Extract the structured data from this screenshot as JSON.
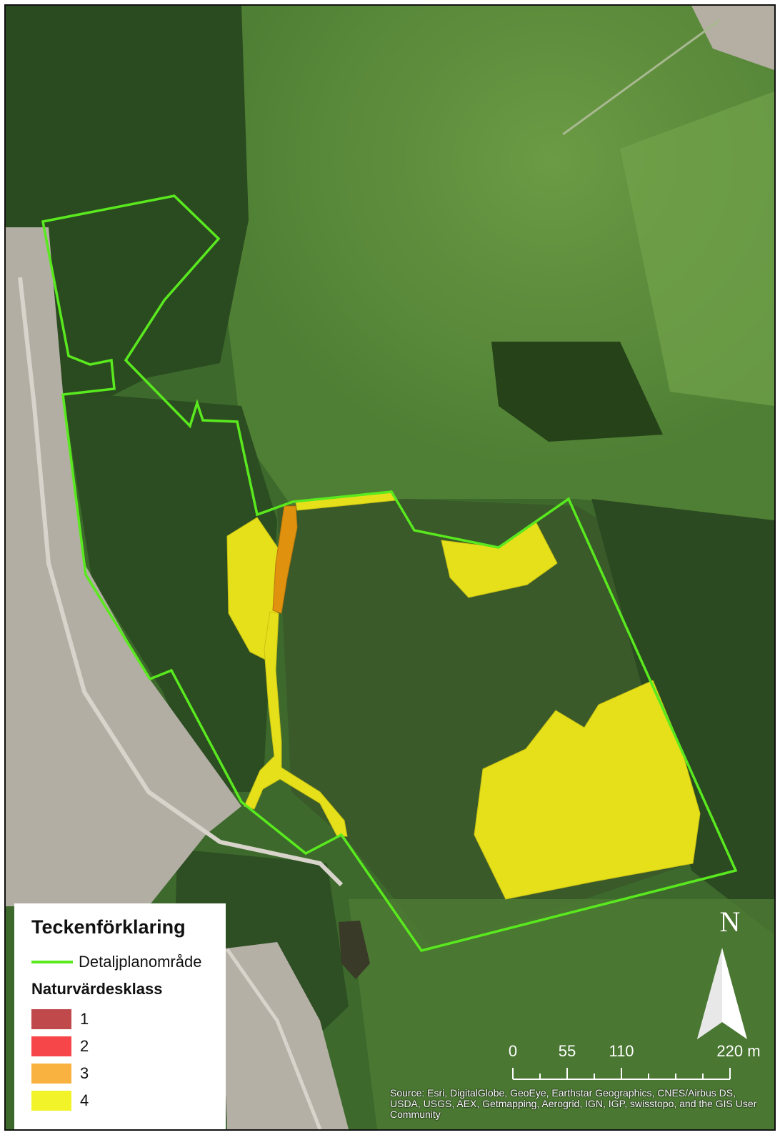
{
  "legend": {
    "title": "Teckenförklaring",
    "boundary_label": "Detaljplanområde",
    "boundary_color": "#59e91e",
    "classes_title": "Naturvärdesklass",
    "classes": [
      {
        "label": "1",
        "color": "#c0494b"
      },
      {
        "label": "2",
        "color": "#f6464a"
      },
      {
        "label": "3",
        "color": "#f9b23f"
      },
      {
        "label": "4",
        "color": "#f3f32a"
      }
    ]
  },
  "north": {
    "label": "N"
  },
  "scale": {
    "labels": [
      "0",
      "55",
      "110",
      "220 m"
    ]
  },
  "attribution": "Source: Esri, DigitalGlobe, GeoEye, Earthstar Geographics, CNES/Airbus DS, USDA, USGS, AEX, Getmapping, Aerogrid, IGN, IGP, swisstopo, and the GIS User Community",
  "map_colors": {
    "forest": "#2f5224",
    "field": "#5f8f3d",
    "urban": "#b7b2a8",
    "class3_fill": "#e0920f",
    "class4_fill": "#e6e01a"
  }
}
